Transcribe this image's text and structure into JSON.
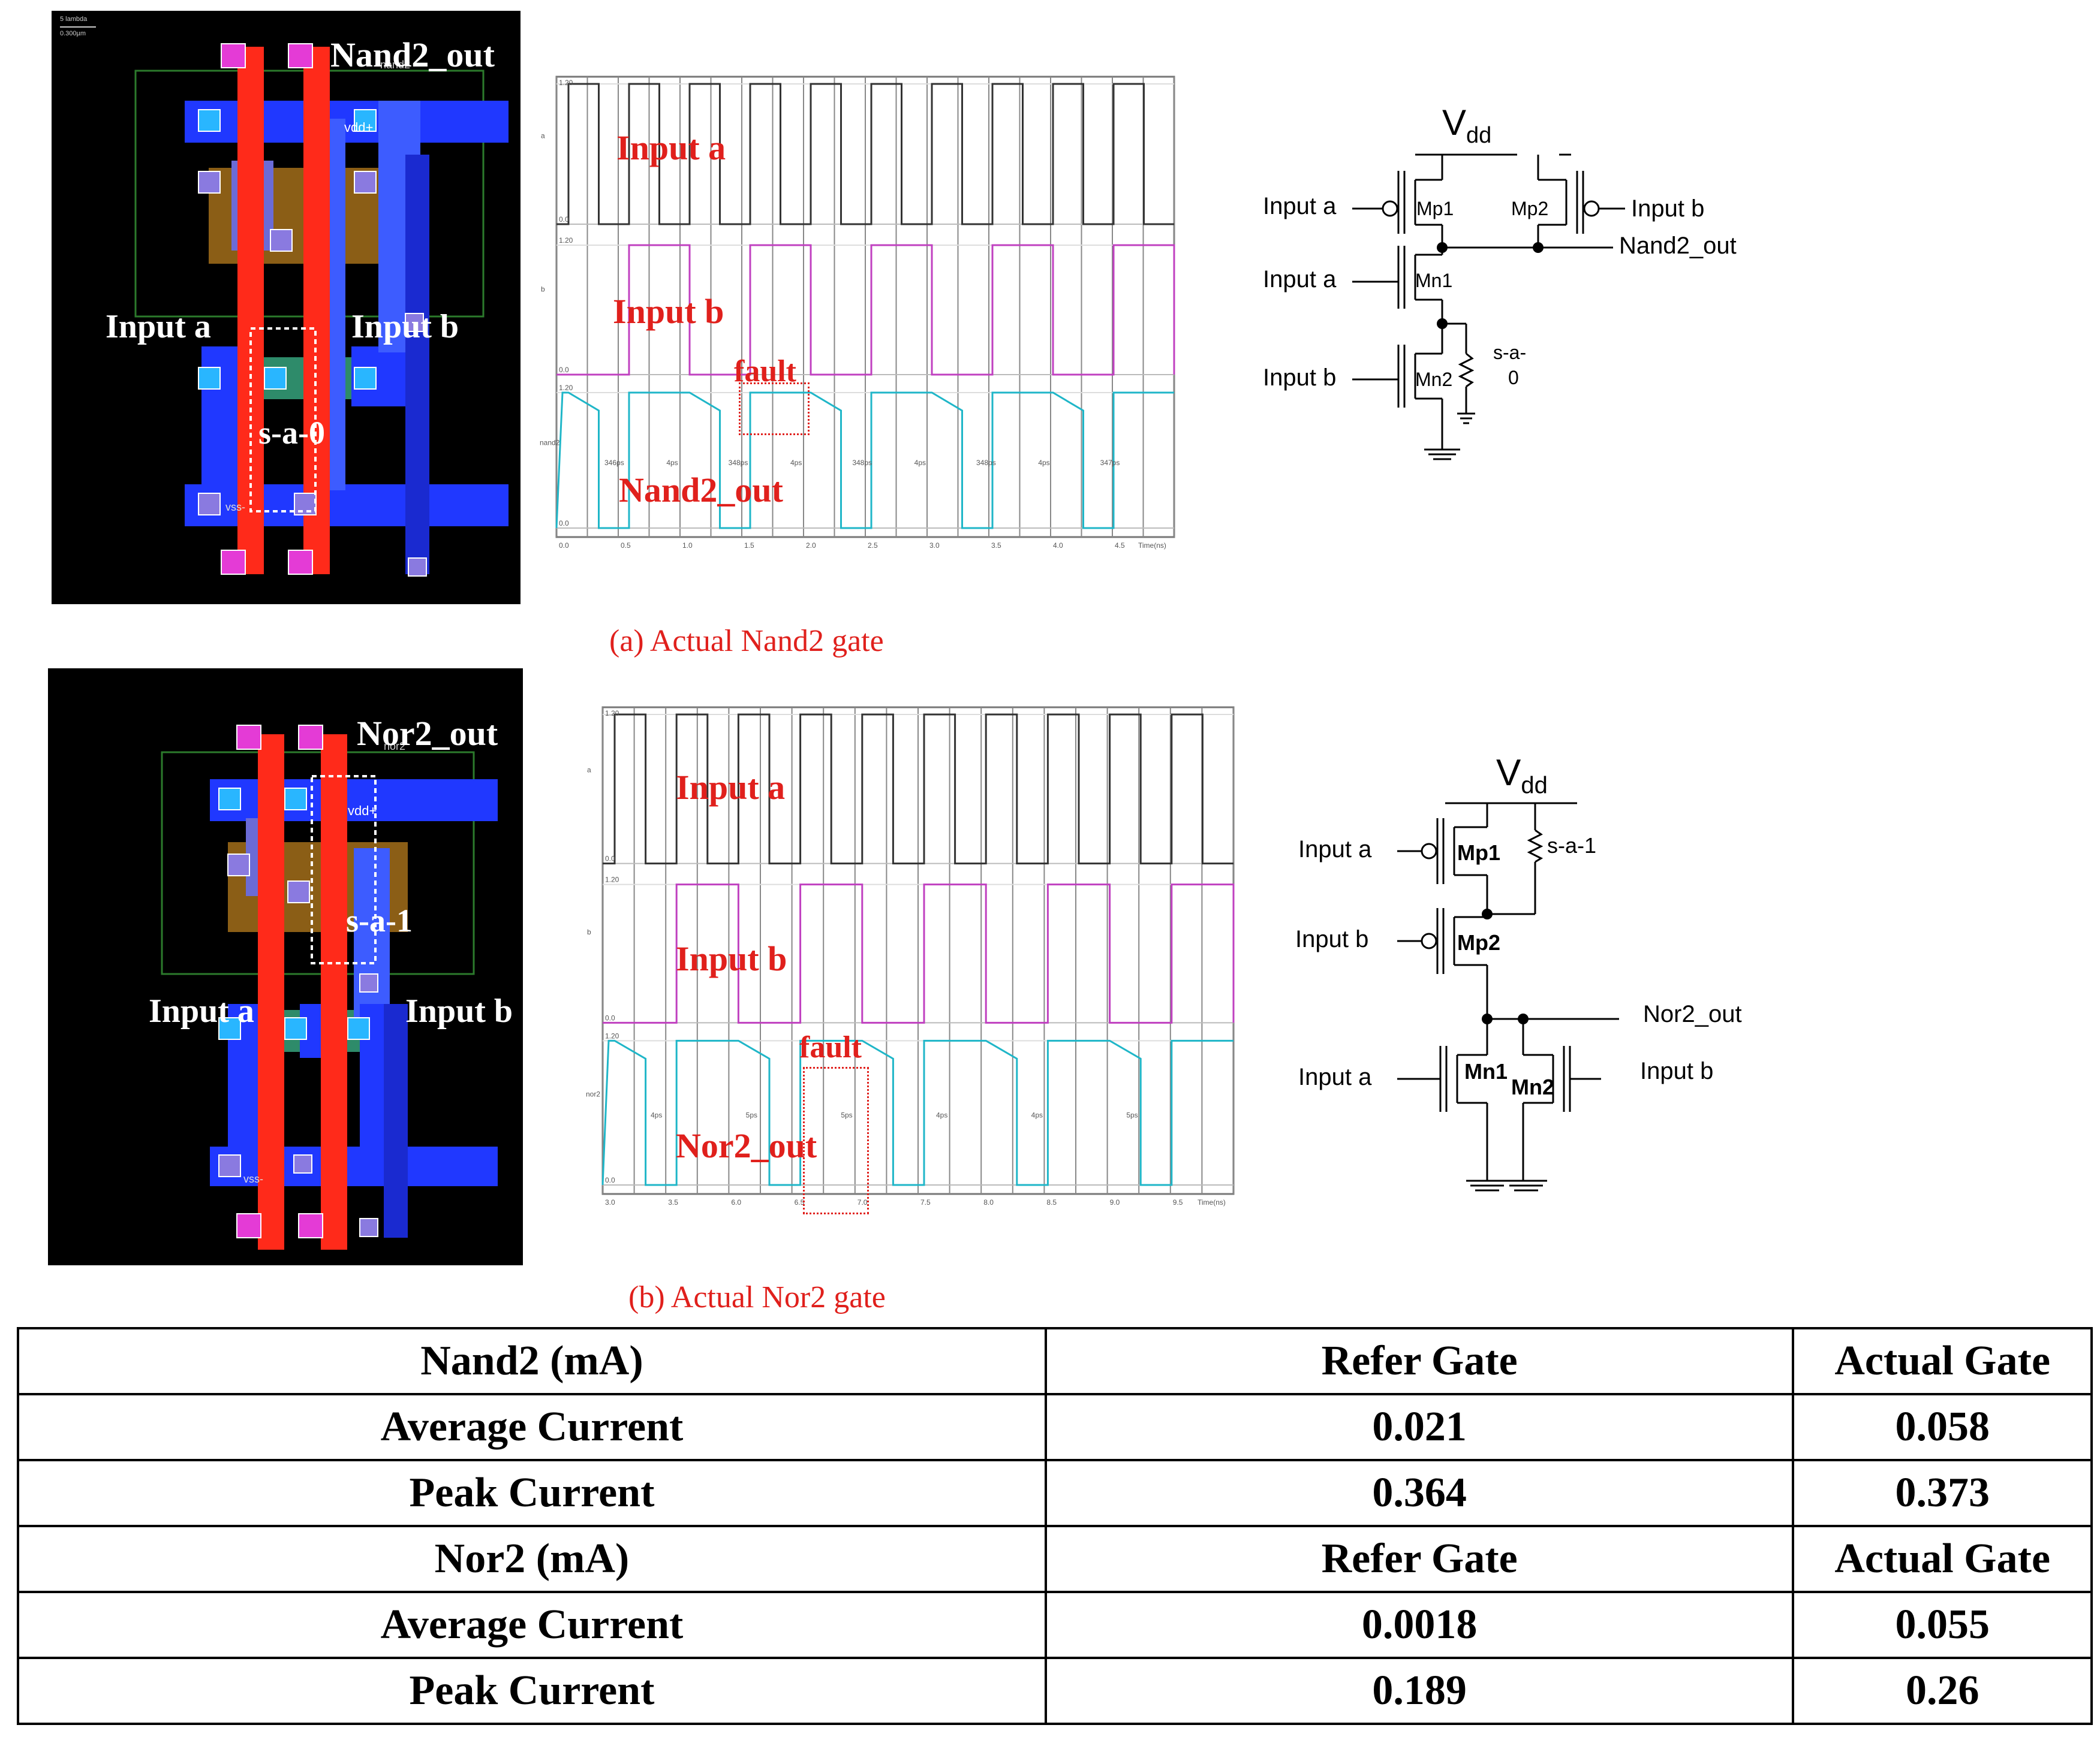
{
  "panel_a": {
    "layout": {
      "out_label": "Nand2_out",
      "input_a": "Input a",
      "input_b": "Input b",
      "fault": "s-a-0",
      "scale_top": "5 lambda",
      "scale_bottom": "0.300µm",
      "vdd": "vdd+",
      "vss": "vss-",
      "out_small": "nand2"
    },
    "wave": {
      "input_a": "Input a",
      "input_b": "Input b",
      "fault": "fault",
      "out": "Nand2_out",
      "ticks": [
        "0.0",
        "0.5",
        "1.0",
        "1.5",
        "2.0",
        "2.5",
        "3.0",
        "3.5",
        "4.0",
        "4.5"
      ],
      "time_label": "Time(ns)",
      "row_a": "a",
      "row_b": "b",
      "row_out": "nand2",
      "level_hi": "1.20",
      "level_lo": "0.0",
      "delays": [
        "346ps",
        "4ps",
        "348ps",
        "4ps",
        "348ps",
        "4ps",
        "348ps",
        "4ps",
        "347ps"
      ]
    },
    "schematic": {
      "vdd": "V",
      "vdd_sub": "dd",
      "input_a1": "Input a",
      "mp1": "Mp1",
      "mp2": "Mp2",
      "input_b1": "Input b",
      "out": "Nand2_out",
      "input_a2": "Input a",
      "mn1": "Mn1",
      "input_b2": "Input b",
      "mn2": "Mn2",
      "fault_1": "s-a-",
      "fault_2": "0"
    },
    "caption": "(a) Actual Nand2 gate"
  },
  "panel_b": {
    "layout": {
      "out_label": "Nor2_out",
      "input_a": "Input a",
      "input_b": "Input b",
      "fault": "s-a-1",
      "vdd": "vdd+",
      "vss": "vss-",
      "out_small": "nor2"
    },
    "wave": {
      "input_a": "Input a",
      "input_b": "Input b",
      "fault": "fault",
      "out": "Nor2_out",
      "ticks": [
        "3.0",
        "3.5",
        "6.0",
        "6.5",
        "7.0",
        "7.5",
        "8.0",
        "8.5",
        "9.0",
        "9.5"
      ],
      "time_label": "Time(ns)",
      "row_a": "a",
      "row_b": "b",
      "row_out": "nor2",
      "level_hi": "1.20",
      "level_lo": "0.0",
      "delays": [
        "4ps",
        "5ps",
        "5ps",
        "4ps",
        "4ps",
        "5ps"
      ]
    },
    "schematic": {
      "vdd": "V",
      "vdd_sub": "dd",
      "input_a1": "Input a",
      "mp1": "Mp1",
      "fault": "s-a-1",
      "input_b1": "Input b",
      "mp2": "Mp2",
      "out": "Nor2_out",
      "input_a2": "Input a",
      "mn1": "Mn1",
      "mn2": "Mn2",
      "input_b2": "Input b"
    },
    "caption": "(b) Actual Nor2 gate"
  },
  "table": {
    "rows": [
      [
        "Nand2 (mA)",
        "Refer Gate",
        "Actual Gate"
      ],
      [
        "Average Current",
        "0.021",
        "0.058"
      ],
      [
        "Peak Current",
        "0.364",
        "0.373"
      ],
      [
        "Nor2 (mA)",
        "Refer Gate",
        "Actual Gate"
      ],
      [
        "Average Current",
        "0.0018",
        "0.055"
      ],
      [
        "Peak Current",
        "0.189",
        "0.26"
      ]
    ]
  }
}
